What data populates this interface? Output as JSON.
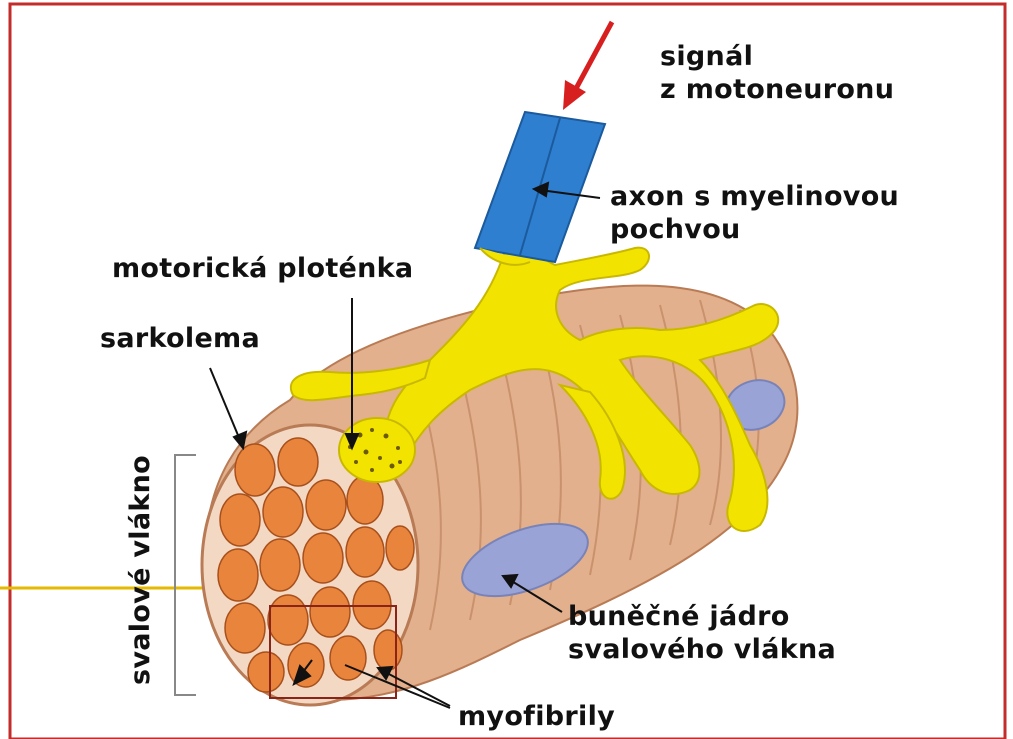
{
  "labels": {
    "signal": [
      "signál",
      "z  motoneuronu"
    ],
    "axon": [
      "axon  s  myelinovou",
      "pochvou"
    ],
    "motor_plate": "motorická ploténka",
    "sarcolemma": "sarkolema",
    "muscle_fiber": "svalové vlákno",
    "nucleus": [
      "buněčné jádro",
      "svalového  vlákna"
    ],
    "myofibrils": "myofibrily"
  },
  "colors": {
    "frame": "#c42b2b",
    "axon": "#2f7fd0",
    "nerve": "#f2e400",
    "fiber": "#e2b08c",
    "fiber_dark": "#b97b55",
    "myofibril": "#e8843c",
    "nucleus": "#9aa3d6",
    "arrow_signal": "#d81f1f",
    "pointer": "#111111",
    "side_line": "#e6b800"
  },
  "icons": {
    "signal_arrow": "arrow-down-left-icon"
  }
}
